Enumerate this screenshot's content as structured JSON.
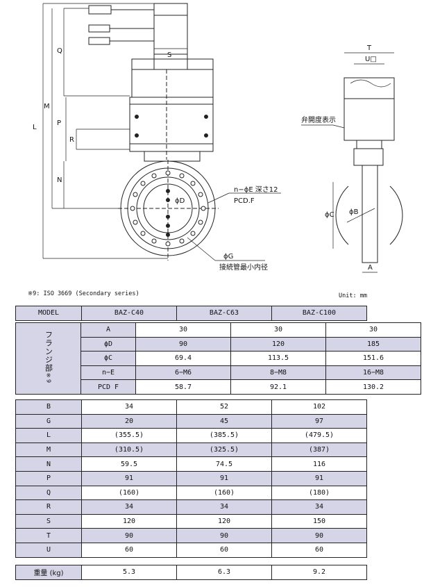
{
  "drawing": {
    "dims_front": [
      "L",
      "M",
      "Q",
      "P",
      "R",
      "N",
      "S"
    ],
    "dims_side": [
      "T",
      "U□",
      "ϕC",
      "ϕB",
      "A"
    ],
    "flange_callout": "n−ϕE 深さ12",
    "pcd_callout": "PCD.F",
    "phi_d": "ϕD",
    "phi_g": "ϕG",
    "phi_g_note": "接続管最小内径",
    "indicator_label": "弁開度表示"
  },
  "notes": {
    "footnote": "※9: ISO 3669 (Secondary series)",
    "unit": "Unit: mm"
  },
  "table": {
    "header": [
      "MODEL",
      "BAZ-C40",
      "BAZ-C63",
      "BAZ-C100"
    ],
    "flange_group_label": "フランジ部",
    "flange_group_sub": "※9",
    "flange_rows": [
      {
        "label": "A",
        "values": [
          "30",
          "30",
          "30"
        ]
      },
      {
        "label": "ϕD",
        "values": [
          "90",
          "120",
          "185"
        ]
      },
      {
        "label": "ϕC",
        "values": [
          "69.4",
          "113.5",
          "151.6"
        ]
      },
      {
        "label": "n−E",
        "values": [
          "6−M6",
          "8−M8",
          "16−M8"
        ]
      },
      {
        "label": "PCD F",
        "values": [
          "58.7",
          "92.1",
          "130.2"
        ]
      }
    ],
    "dim_rows": [
      {
        "label": "B",
        "values": [
          "34",
          "52",
          "102"
        ]
      },
      {
        "label": "G",
        "values": [
          "20",
          "45",
          "97"
        ]
      },
      {
        "label": "L",
        "values": [
          "(355.5)",
          "(385.5)",
          "(479.5)"
        ]
      },
      {
        "label": "M",
        "values": [
          "(310.5)",
          "(325.5)",
          "(387)"
        ]
      },
      {
        "label": "N",
        "values": [
          "59.5",
          "74.5",
          "116"
        ]
      },
      {
        "label": "P",
        "values": [
          "91",
          "91",
          "91"
        ]
      },
      {
        "label": "Q",
        "values": [
          "(160)",
          "(160)",
          "(180)"
        ]
      },
      {
        "label": "R",
        "values": [
          "34",
          "34",
          "34"
        ]
      },
      {
        "label": "S",
        "values": [
          "120",
          "120",
          "150"
        ]
      },
      {
        "label": "T",
        "values": [
          "90",
          "90",
          "90"
        ]
      },
      {
        "label": "U",
        "values": [
          "60",
          "60",
          "60"
        ]
      }
    ],
    "weight_row": {
      "label": "重量 (kg)",
      "values": [
        "5.3",
        "6.3",
        "9.2"
      ]
    }
  }
}
